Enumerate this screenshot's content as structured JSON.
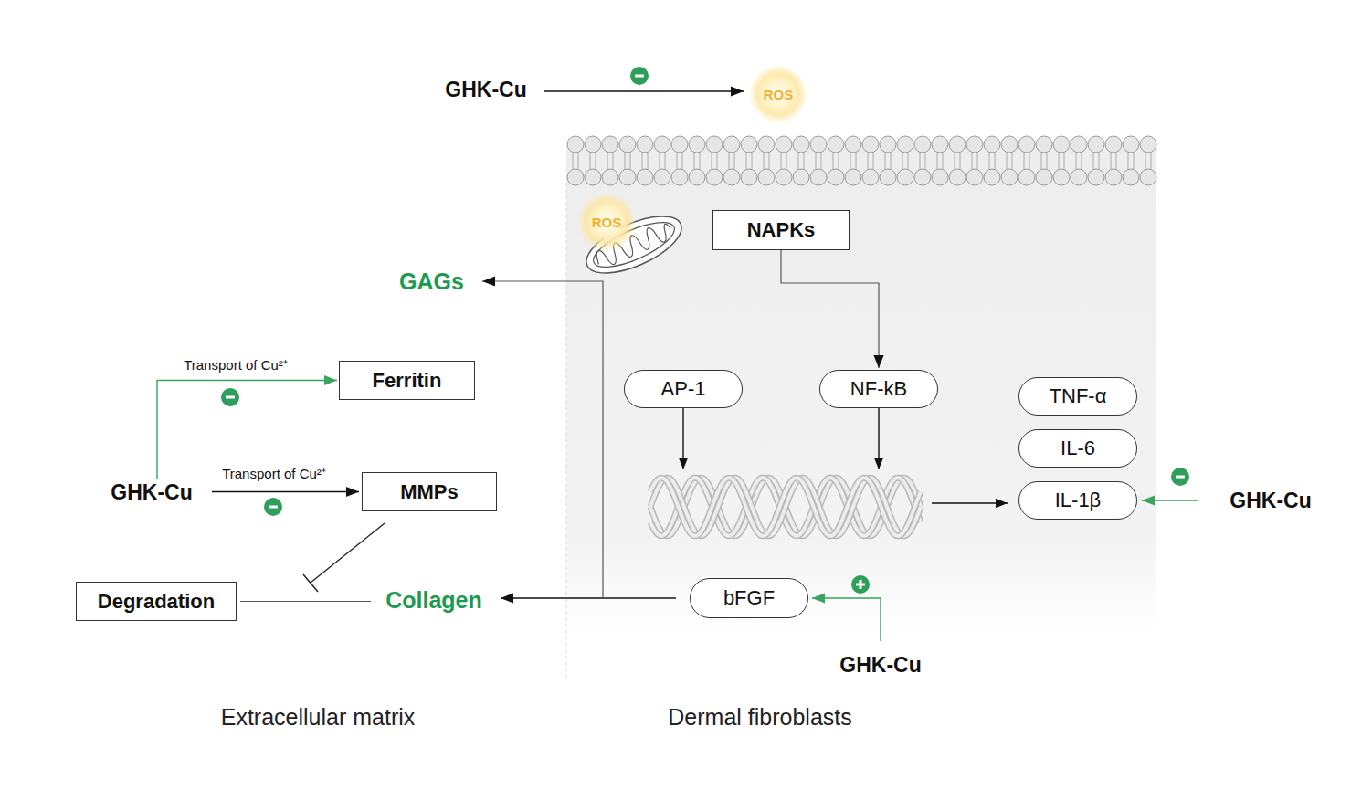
{
  "diagram": {
    "nodes": [
      {
        "text": [
          "GHK-Cu"
        ]
      },
      {
        "text": [
          "ROS"
        ]
      },
      {
        "text": [
          "ROS"
        ]
      },
      {
        "text": [
          "NAPKs"
        ]
      },
      {
        "text": [
          "GAGs"
        ]
      },
      {
        "text": [
          "AP-1"
        ]
      },
      {
        "text": [
          "NF-kB"
        ]
      },
      {
        "text": [
          "Ferritin"
        ]
      },
      {
        "text": [
          "TNF-α"
        ]
      },
      {
        "text": [
          "IL-6"
        ]
      },
      {
        "text": [
          "GHK-Cu"
        ]
      },
      {
        "text": [
          "MMPs"
        ]
      },
      {
        "text": [
          "IL-1β"
        ]
      },
      {
        "text": [
          "GHK-Cu"
        ]
      },
      {
        "text": [
          "Degradation"
        ]
      },
      {
        "text": [
          "Collagen"
        ]
      },
      {
        "text": [
          "bFGF"
        ]
      },
      {
        "text": [
          "GHK-Cu"
        ]
      }
    ],
    "edges": [
      {
        "from": 0,
        "to": 1,
        "arrow": "to"
      },
      {
        "from": 3,
        "to": 6,
        "arrow": "to"
      },
      {
        "from": 10,
        "to": 7,
        "label": "Transport of Cu²⁺",
        "arrow": "to"
      },
      {
        "from": 10,
        "to": 11,
        "label": "Transport of Cu²⁺",
        "arrow": "to"
      },
      {
        "from": 13,
        "to": 12,
        "arrow": "to"
      },
      {
        "from": 17,
        "to": 16,
        "arrow": "to"
      },
      {
        "from": 16,
        "to": 15,
        "arrow": "to"
      },
      {
        "from": 16,
        "to": 4,
        "arrow": "to"
      },
      {
        "from": 14,
        "to": 15,
        "arrow": "none"
      }
    ],
    "labels": [
      "Extracellular matrix",
      "Dermal fibroblasts"
    ]
  }
}
